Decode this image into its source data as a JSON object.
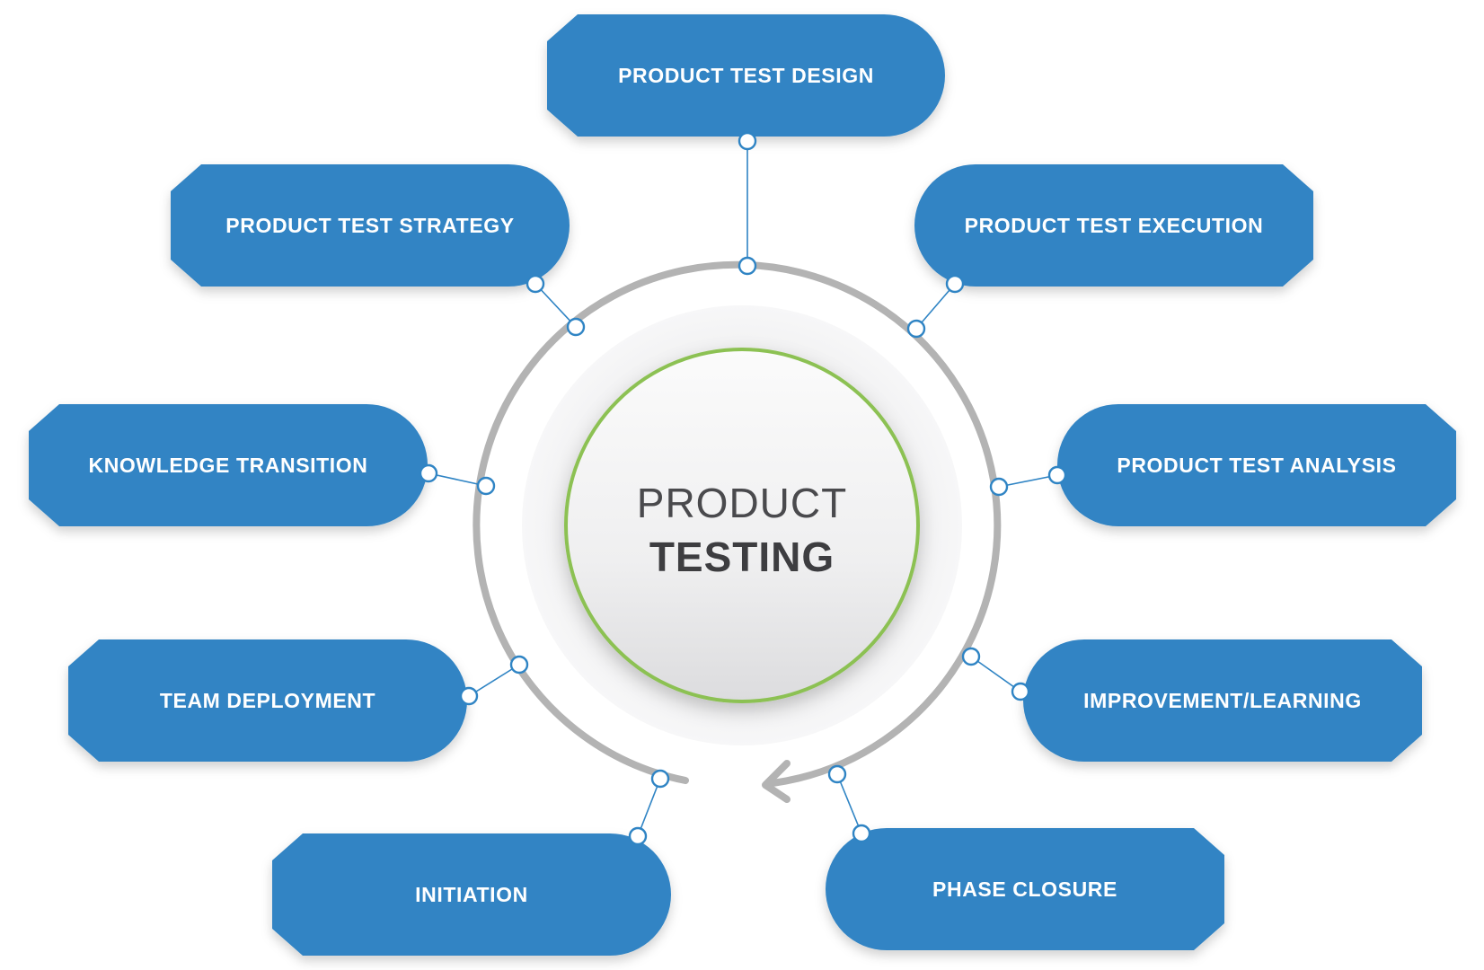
{
  "hub": {
    "title": "PRODUCT",
    "subtitle": "TESTING"
  },
  "nodes": [
    {
      "id": "product-test-design",
      "label": "PRODUCT TEST DESIGN"
    },
    {
      "id": "product-test-execution",
      "label": "PRODUCT TEST EXECUTION"
    },
    {
      "id": "product-test-analysis",
      "label": "PRODUCT TEST ANALYSIS"
    },
    {
      "id": "improvement-learning",
      "label": "IMPROVEMENT/LEARNING"
    },
    {
      "id": "phase-closure",
      "label": "PHASE CLOSURE"
    },
    {
      "id": "initiation",
      "label": "INITIATION"
    },
    {
      "id": "team-deployment",
      "label": "TEAM DEPLOYMENT"
    },
    {
      "id": "knowledge-transition",
      "label": "KNOWLEDGE TRANSITION"
    },
    {
      "id": "product-test-strategy",
      "label": "PRODUCT TEST STRATEGY"
    }
  ],
  "colors": {
    "node_fill": "#3084c4",
    "connector": "#2f84c4",
    "ring": "#b3b3b3",
    "hub_border": "#8cc152"
  }
}
